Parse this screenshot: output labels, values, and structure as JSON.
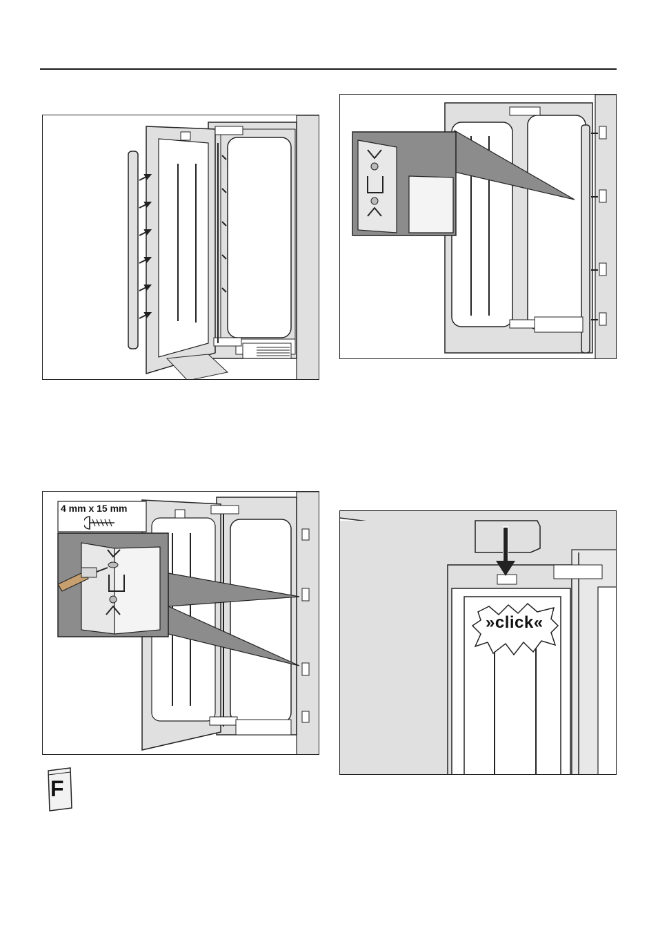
{
  "page": {
    "screw_spec": "4 mm x 15 mm",
    "click_text": "»click«",
    "fitting_bag_letter": "F"
  },
  "colors": {
    "line": "#222222",
    "panel_fill": "#e0e0e0",
    "callout_fill": "#8c8c8c",
    "white": "#ffffff"
  }
}
